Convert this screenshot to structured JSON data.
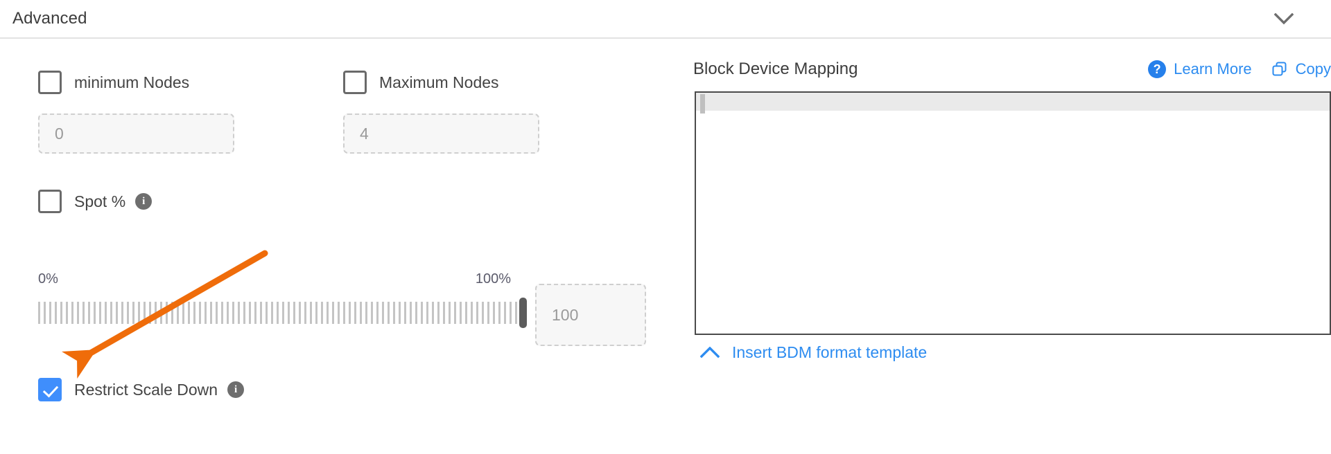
{
  "section": {
    "title": "Advanced",
    "collapse_icon": "chevron-down-icon"
  },
  "left": {
    "min_nodes": {
      "label": "minimum Nodes",
      "checked": false,
      "input_placeholder": "0"
    },
    "max_nodes": {
      "label": "Maximum Nodes",
      "checked": false,
      "input_placeholder": "4"
    },
    "spot": {
      "label": "Spot %",
      "checked": false,
      "info_icon": "info-icon",
      "info_glyph": "i"
    },
    "slider": {
      "min_label": "0%",
      "max_label": "100%",
      "value": 100,
      "value_input_placeholder": "100"
    },
    "restrict_scale_down": {
      "label": "Restrict Scale Down",
      "checked": true,
      "info_icon": "info-icon",
      "info_glyph": "i"
    }
  },
  "right": {
    "title": "Block Device Mapping",
    "learn_more": {
      "label": "Learn More",
      "icon": "help-circle-icon",
      "icon_glyph": "?"
    },
    "copy": {
      "label": "Copy",
      "icon": "copy-icon"
    },
    "editor": {
      "value": "",
      "active_line": 1
    },
    "insert_template": {
      "label": "Insert BDM format template",
      "icon": "chevron-up-icon"
    }
  },
  "annotation": {
    "type": "arrow",
    "color": "#ef6c0a",
    "points_to": "restrict-scale-down-checkbox"
  },
  "colors": {
    "accent_blue": "#2d8cf0",
    "checkbox_checked": "#3f8efc",
    "annotation_orange": "#ef6c0a",
    "text_primary": "#3c3c3c",
    "text_muted": "#9a9a9a"
  }
}
